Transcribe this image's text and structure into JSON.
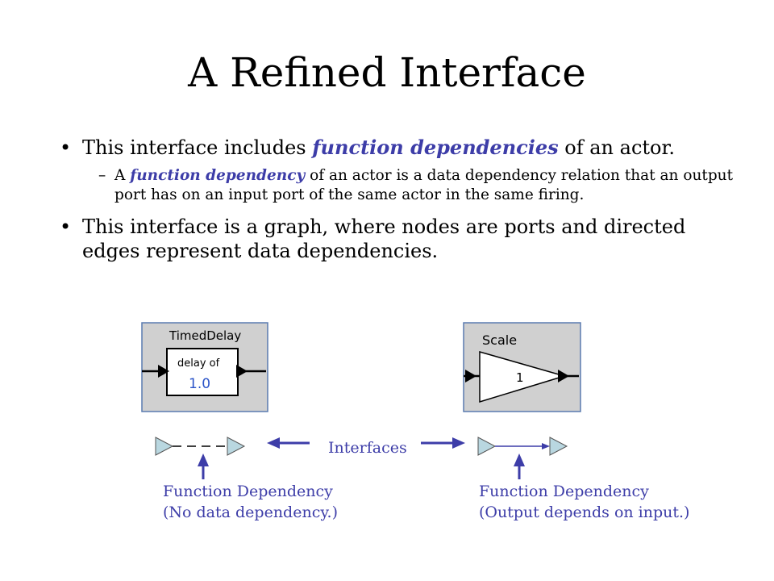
{
  "title": "A Refined Interface",
  "bullet1": {
    "before": "This interface includes ",
    "emphasis": "function dependencies",
    "after": " of an actor."
  },
  "sub1": {
    "prefix": "A ",
    "emphasis": "function dependency",
    "rest": " of an actor is a data dependency relation that an output port has on an input port of the same actor in the same firing."
  },
  "bullet2": "This interface is a graph, where nodes are ports and directed edges represent data dependencies.",
  "actor_left": {
    "name": "TimedDelay",
    "line1": "delay of",
    "value": "1.0"
  },
  "actor_right": {
    "name": "Scale",
    "value": "1"
  },
  "interfaces_label": "Interfaces",
  "left_caption": {
    "line1": "Function Dependency",
    "line2": "(No data dependency.)"
  },
  "right_caption": {
    "line1": "Function Dependency",
    "line2": "(Output depends on input.)"
  },
  "colors": {
    "accent": "#3d3da8",
    "port": "#b9d7e0",
    "actor_bg": "#d0d0d0",
    "actor_border": "#5a7bb0",
    "value_blue": "#2b54c8"
  }
}
